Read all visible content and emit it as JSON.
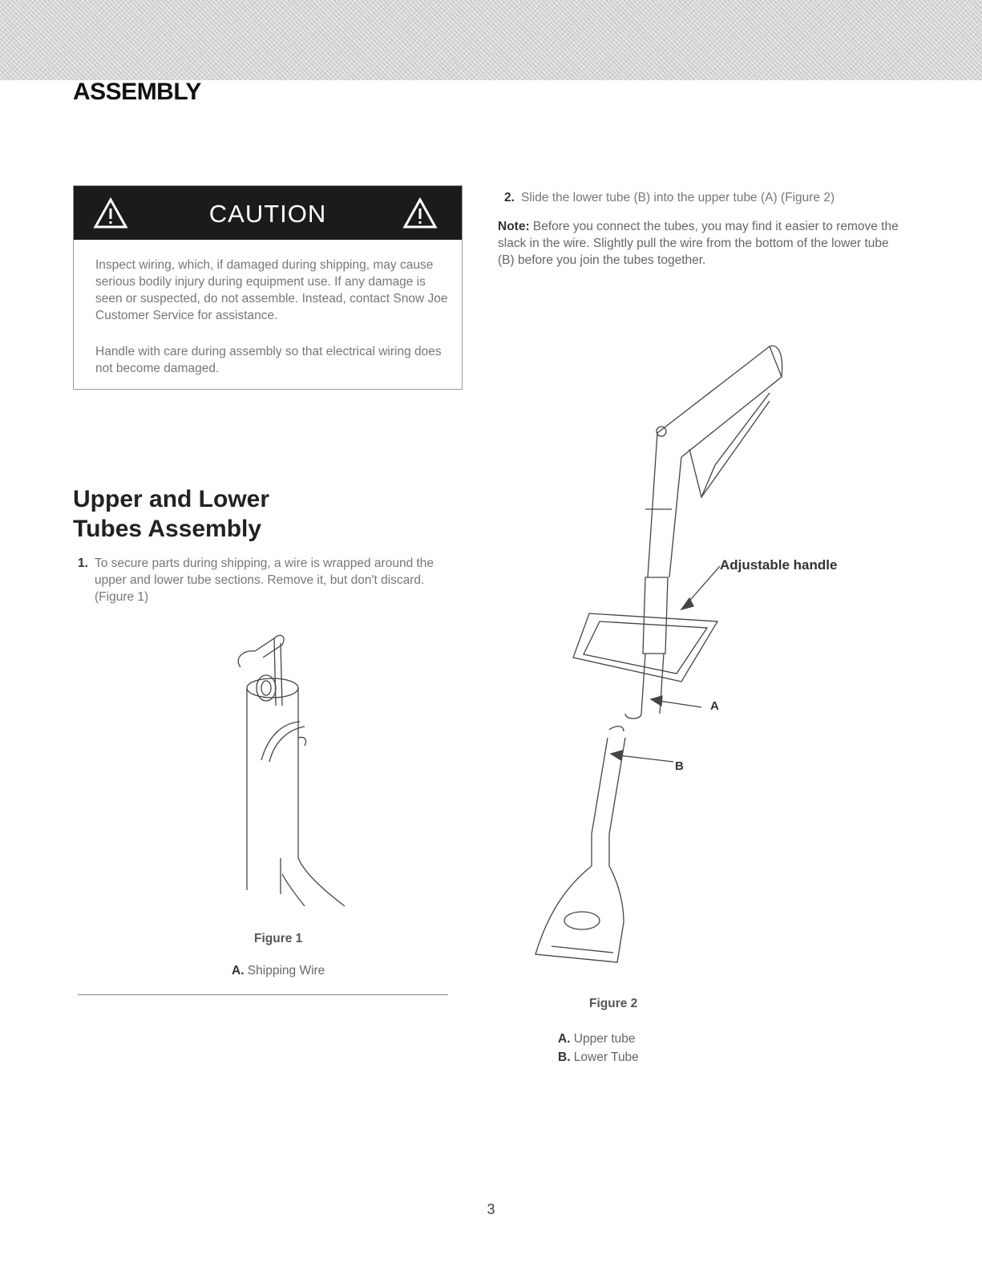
{
  "header": {
    "title": "ASSEMBLY"
  },
  "caution": {
    "title": "CAUTION",
    "paragraph1": "Inspect wiring, which, if damaged during shipping, may cause serious bodily injury during equipment use. If any damage is seen or suspected, do not assemble. Instead, contact Snow Joe Customer Service for assistance.",
    "paragraph2": "Handle with care during assembly so that electrical wiring does not become damaged."
  },
  "section": {
    "title_line1": "Upper and Lower",
    "title_line2": "Tubes Assembly"
  },
  "steps": [
    {
      "number": "1.",
      "text": "To secure parts during shipping, a wire is wrapped around the upper and lower tube sections. Remove it, but don't discard. (Figure 1)"
    },
    {
      "number": "2.",
      "text": "Slide the lower tube (B) into the upper tube (A) (Figure 2)"
    }
  ],
  "note": {
    "label": "Note:",
    "text": " Before you connect the tubes, you may find it easier to remove the slack in the wire. Slightly pull the wire from the bottom of the lower tube (B) before you join the tubes together."
  },
  "figure1": {
    "title": "Figure 1",
    "legend": [
      {
        "letter": "A.",
        "text": " Shipping Wire"
      }
    ]
  },
  "figure2": {
    "title": "Figure 2",
    "callouts": {
      "handle": "Adjustable handle",
      "a": "A",
      "b": "B"
    },
    "legend": [
      {
        "letter": "A.",
        "text": " Upper tube"
      },
      {
        "letter": "B.",
        "text": " Lower Tube"
      }
    ]
  },
  "page": {
    "number": "3"
  }
}
